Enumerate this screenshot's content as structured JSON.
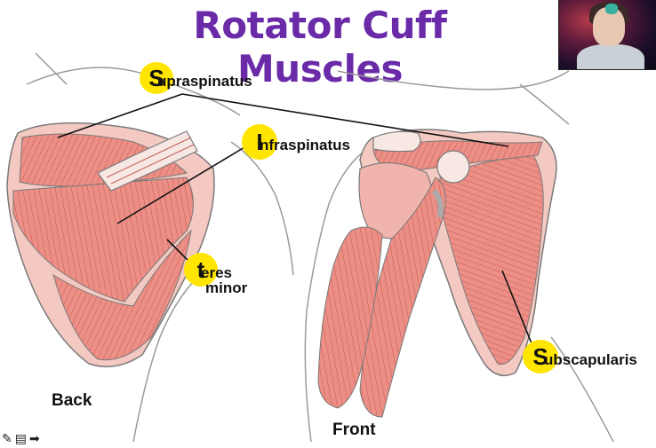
{
  "slide": {
    "title": "Rotator Cuff Muscles",
    "captions": {
      "back": "Back",
      "front": "Front"
    }
  },
  "labels": {
    "supraspinatus": {
      "initial": "S",
      "rest": "upraspinatus"
    },
    "infraspinatus": {
      "initial": "I",
      "rest": "nfraspinatus"
    },
    "teres_minor": {
      "initial": "t",
      "rest": "eres",
      "line2": "minor"
    },
    "subscapularis": {
      "initial": "S",
      "rest": "ubscapularis"
    }
  },
  "colors": {
    "title": "#6b2aa8",
    "highlight": "#ffe500",
    "muscle": "#e8847c",
    "muscle_dark": "#c0504a"
  },
  "toolbar": {
    "pen_icon": "✎",
    "slides_icon": "▤",
    "next_icon": "➡"
  }
}
